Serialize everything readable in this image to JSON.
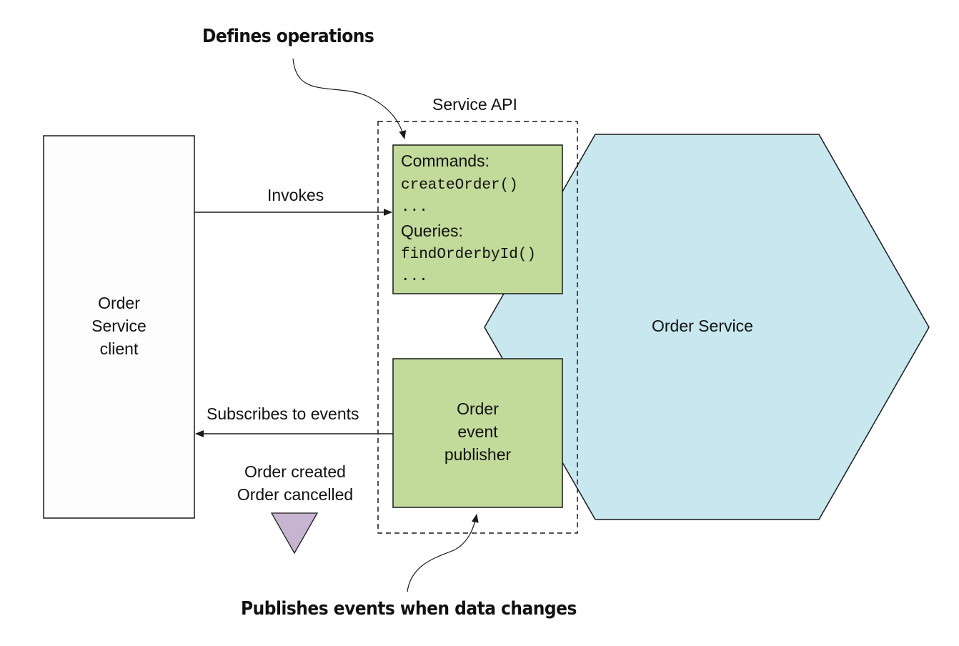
{
  "callouts": {
    "defines_operations": "Defines operations",
    "publishes_events": "Publishes events when data changes"
  },
  "service_api": {
    "label": "Service API",
    "operations_box": {
      "commands_label": "Commands:",
      "command_example": "createOrder()",
      "command_more": "...",
      "queries_label": "Queries:",
      "query_example": "findOrderbyId()",
      "query_more": "..."
    },
    "publisher_box": {
      "line1": "Order",
      "line2": "event",
      "line3": "publisher"
    }
  },
  "client": {
    "line1": "Order",
    "line2": "Service",
    "line3": "client"
  },
  "order_service": {
    "label": "Order Service"
  },
  "arrows": {
    "invokes": "Invokes",
    "subscribes": "Subscribes to events"
  },
  "events": {
    "created": "Order created",
    "cancelled": "Order cancelled"
  },
  "colors": {
    "hexagon_fill": "#c8e7ef",
    "api_box_fill": "#c2da9a",
    "event_marker_fill": "#c6b4d0",
    "stroke": "#1a1a1a"
  }
}
